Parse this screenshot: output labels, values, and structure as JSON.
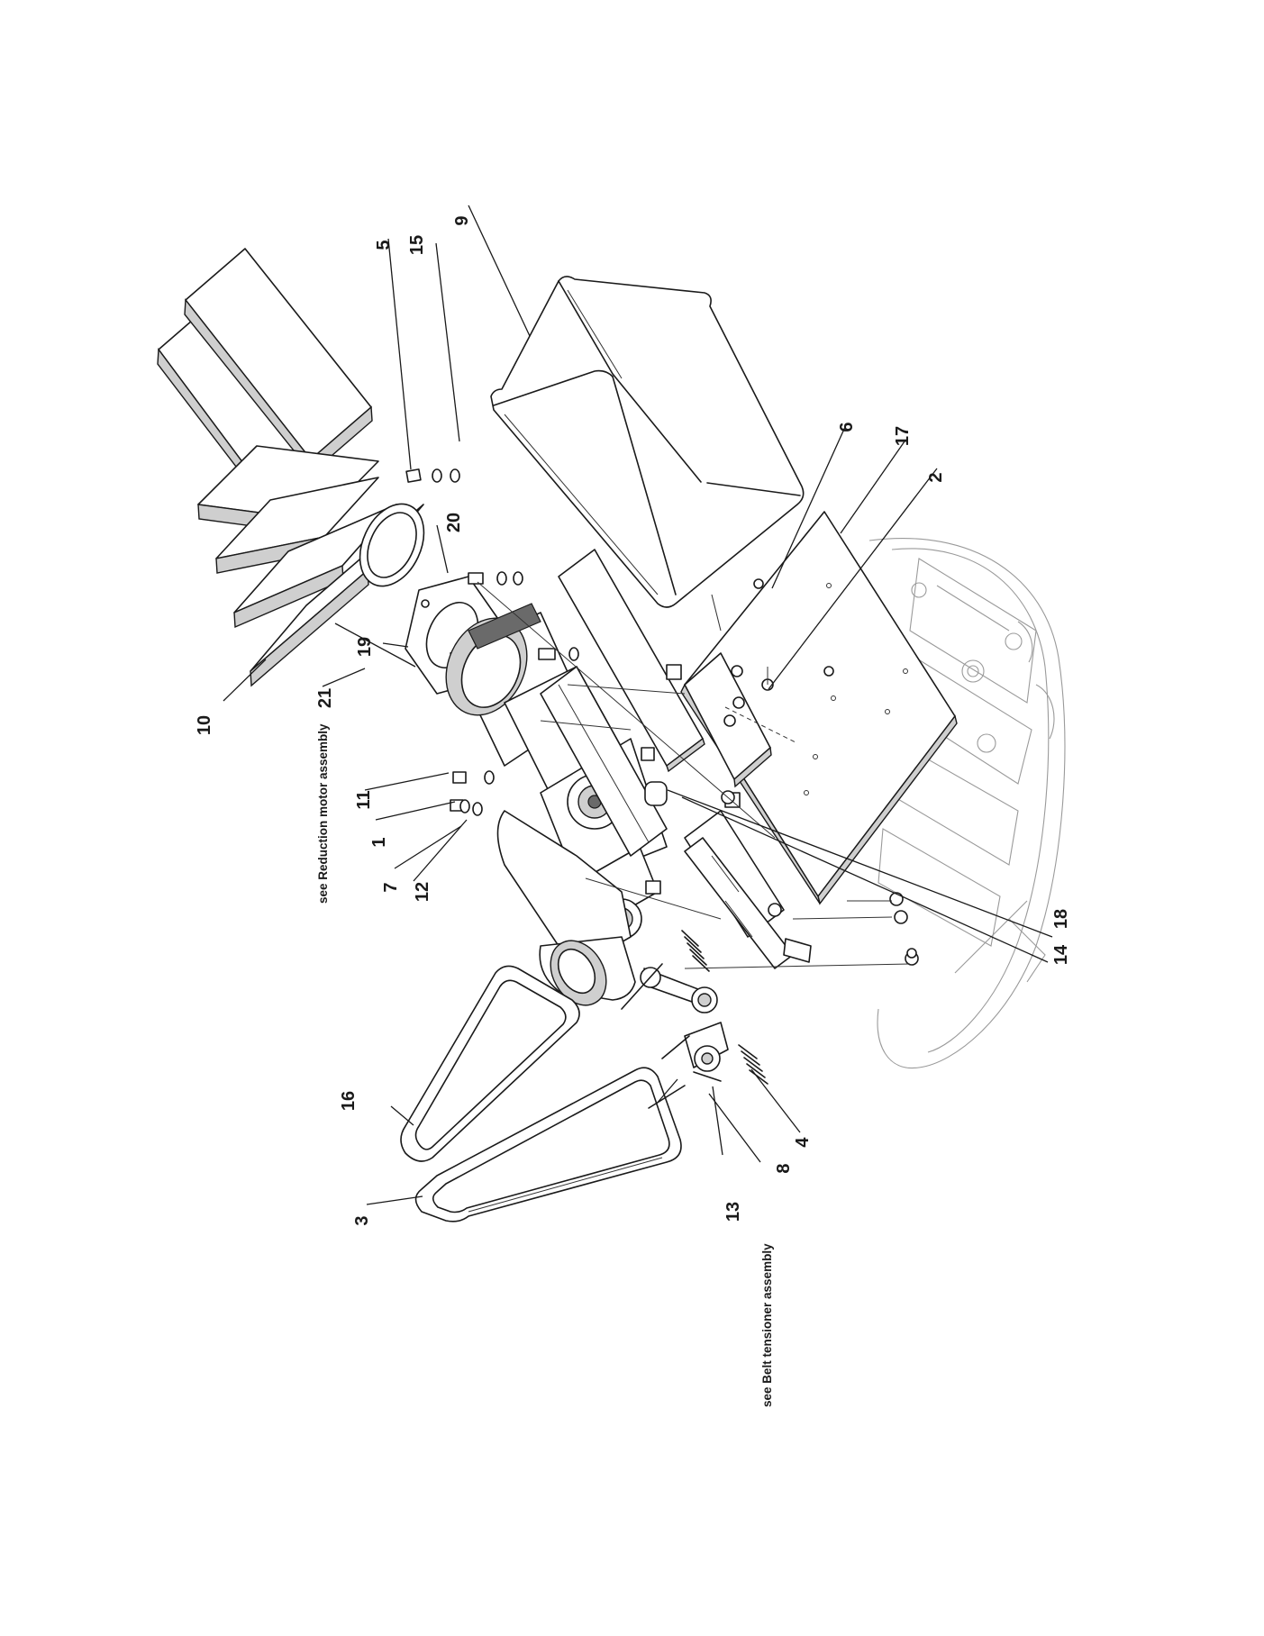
{
  "callouts": {
    "c1": "1",
    "c2": "2",
    "c3": "3",
    "c4": "4",
    "c5": "5",
    "c6": "6",
    "c7": "7",
    "c8": "8",
    "c9": "9",
    "c10": "10",
    "c11": "11",
    "c12": "12",
    "c13": "13",
    "c14": "14",
    "c15": "15",
    "c16": "16",
    "c17": "17",
    "c18": "18",
    "c19": "19",
    "c20": "20",
    "c21": "21"
  },
  "notes": {
    "reduction_motor": "see Reduction motor assembly",
    "belt_tensioner": "see Belt tensioner assembly"
  }
}
